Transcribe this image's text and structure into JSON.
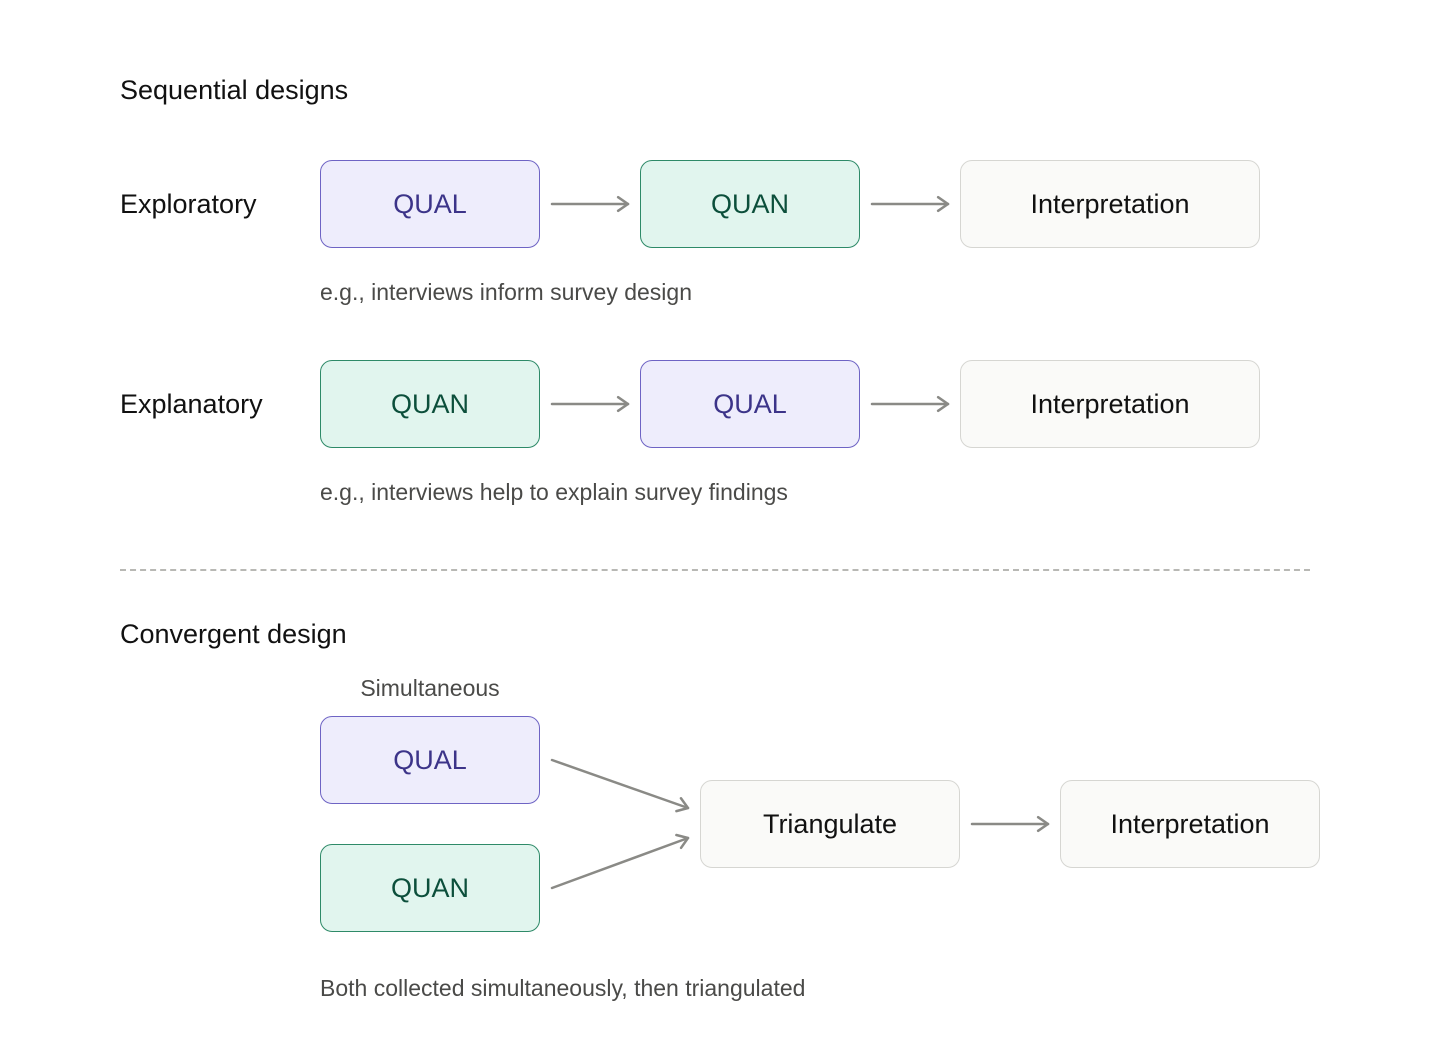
{
  "sequential": {
    "heading": "Sequential designs",
    "exploratory": {
      "label": "Exploratory",
      "steps": [
        "QUAL",
        "QUAN",
        "Interpretation"
      ],
      "example": "e.g., interviews inform survey design"
    },
    "explanatory": {
      "label": "Explanatory",
      "steps": [
        "QUAN",
        "QUAL",
        "Interpretation"
      ],
      "example": "e.g., interviews help to explain survey findings"
    }
  },
  "convergent": {
    "heading": "Convergent design",
    "simultaneous_label": "Simultaneous",
    "inputs": [
      "QUAL",
      "QUAN"
    ],
    "merge": "Triangulate",
    "result": "Interpretation",
    "note": "Both collected simultaneously, then triangulated"
  },
  "colors": {
    "qual_fill": "#eeedfc",
    "qual_stroke": "#6e64c4",
    "qual_text": "#3c3489",
    "quan_fill": "#e1f5ee",
    "quan_stroke": "#2e8a68",
    "quan_text": "#0c4f3b",
    "neutral_fill": "#fafaf8",
    "neutral_stroke": "#d6d6d2",
    "arrow": "#8a8a86"
  }
}
